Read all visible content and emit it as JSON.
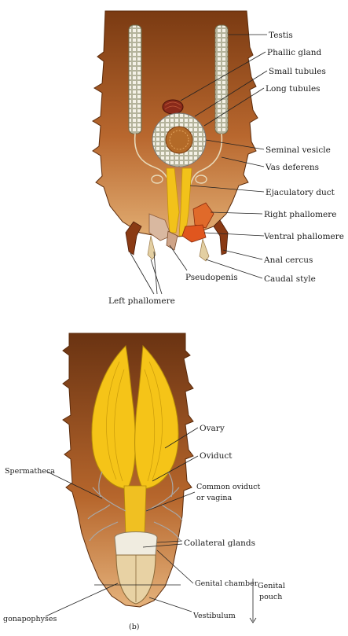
{
  "figure_a": {
    "labels": {
      "testis": "Testis",
      "phallic_gland": "Phallic gland",
      "small_tubules": "Small tubules",
      "long_tubules": "Long tubules",
      "seminal_vesicle": "Seminal vesicle",
      "vas_deferens": "Vas deferens",
      "ejaculatory_duct": "Ejaculatory duct",
      "right_phallomere": "Right phallomere",
      "ventral_phallomere": "Ventral phallomere",
      "anal_cercus": "Anal cercus",
      "caudal_style": "Caudal style",
      "left_phallomere": "Left phallomere",
      "pseudopenis": "Pseudopenis"
    }
  },
  "figure_b": {
    "caption": "(b)",
    "labels": {
      "ovary": "Ovary",
      "oviduct": "Oviduct",
      "spermatheca": "Spermatheca",
      "common_oviduct_1": "Common oviduct",
      "common_oviduct_2": "or vagina",
      "collateral_glands": "Collateral glands",
      "genital_chamber": "Genital chamber",
      "genital_pouch_1": "Genital",
      "genital_pouch_2": "pouch",
      "vestibulum": "Vestibulum",
      "gonapophyses": "gonapophyses"
    }
  },
  "colors": {
    "body_dark": "#6b3410",
    "body_light": "#d89a5c",
    "gland_yellow": "#f2c21a",
    "ovary_yellow": "#f5c418",
    "tubule_grey": "#9a9a9a"
  }
}
